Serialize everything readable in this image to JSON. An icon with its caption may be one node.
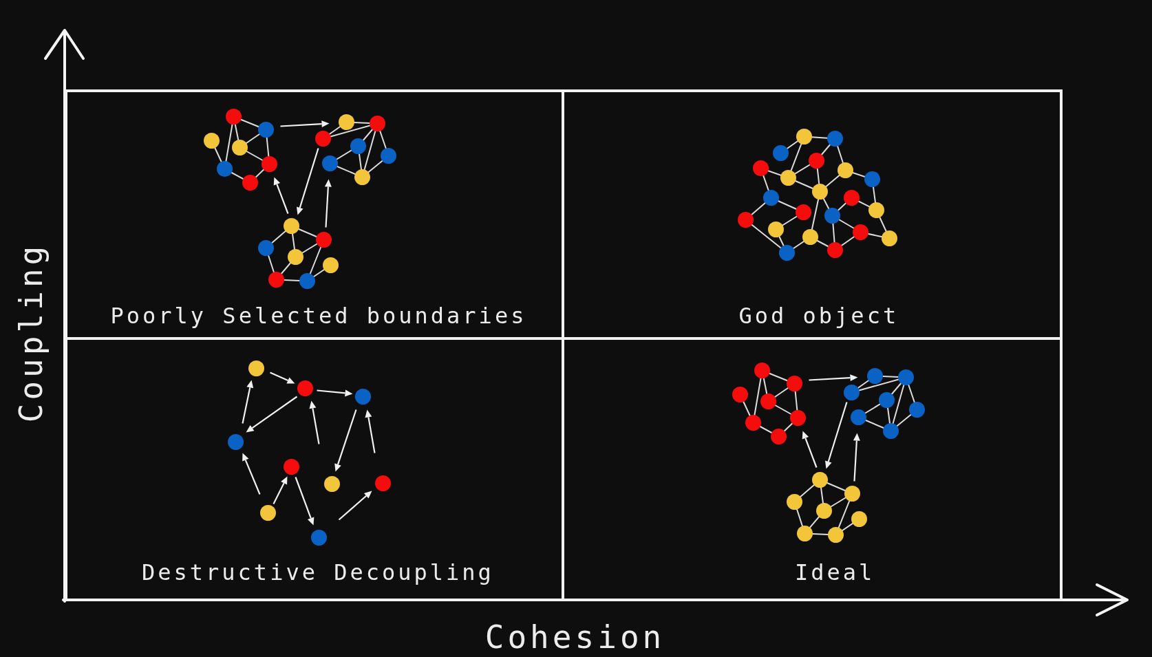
{
  "diagram": {
    "nodes": [
      {
        "text": [
          "Poorly Selected boundaries"
        ]
      },
      {
        "text": [
          "God object"
        ]
      },
      {
        "text": [
          "Destructive Decoupling"
        ]
      },
      {
        "text": [
          "Ideal"
        ]
      }
    ],
    "labels": [
      "Coupling",
      "Cohesion"
    ]
  }
}
